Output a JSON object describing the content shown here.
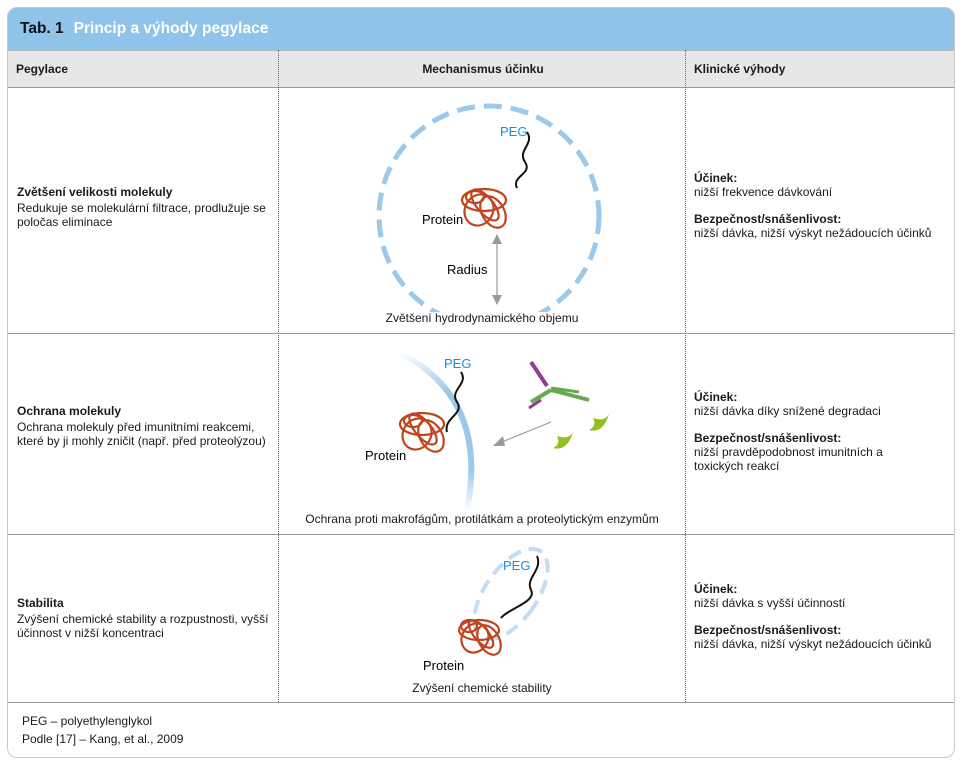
{
  "title": {
    "number": "Tab. 1",
    "text": "Princip a výhody pegylace"
  },
  "headers": {
    "col1": "Pegylace",
    "col2": "Mechanismus účinku",
    "col3": "Klinické výhody"
  },
  "rows": [
    {
      "pegylace_title": "Zvětšení velikosti molekuly",
      "pegylace_text": "Redukuje se molekulární filtrace, prodlužuje se poločas eliminace",
      "diagram": {
        "peg": "PEG",
        "protein": "Protein",
        "radius": "Radius"
      },
      "caption": "Zvětšení hydrodynamického objemu",
      "benefits": {
        "effect_label": "Účinek:",
        "effect_text": "nižší frekvence dávkování",
        "safety_label": "Bezpečnost/snášenlivost:",
        "safety_text": "nižší dávka, nižší výskyt nežádoucích účinků"
      }
    },
    {
      "pegylace_title": "Ochrana molekuly",
      "pegylace_text": "Ochrana molekuly před imunitními reakcemi, které by ji mohly zničit (např. před proteolýzou)",
      "diagram": {
        "peg": "PEG",
        "protein": "Protein"
      },
      "caption": "Ochrana proti makrofágům, protilátkám a proteolytickým enzymům",
      "benefits": {
        "effect_label": "Účinek:",
        "effect_text": "nižší dávka díky snížené degradaci",
        "safety_label": "Bezpečnost/snášenlivost:",
        "safety_text": "nižší pravděpodobnost imunitních a toxických reakcí"
      }
    },
    {
      "pegylace_title": "Stabilita",
      "pegylace_text": "Zvýšení chemické stability a rozpustnosti, vyšší účinnost v nižší koncentraci",
      "diagram": {
        "peg": "PEG",
        "protein": "Protein"
      },
      "caption": "Zvýšení chemické stability",
      "benefits": {
        "effect_label": "Účinek:",
        "effect_text": "nižší dávka s vyšší účinností",
        "safety_label": "Bezpečnost/snášenlivost:",
        "safety_text": "nižší dávka, nižší výskyt nežádoucích účinků"
      }
    }
  ],
  "footer": {
    "abbrev": "PEG – polyethylenglykol",
    "source": "Podle [17] – Kang, et al., 2009"
  },
  "colors": {
    "title_bg": "#8fc3ea",
    "header_bg": "#e7e7e7",
    "peg_text": "#1a8fd6",
    "protein": "#c0441d",
    "halo": "#9cc8ec"
  }
}
